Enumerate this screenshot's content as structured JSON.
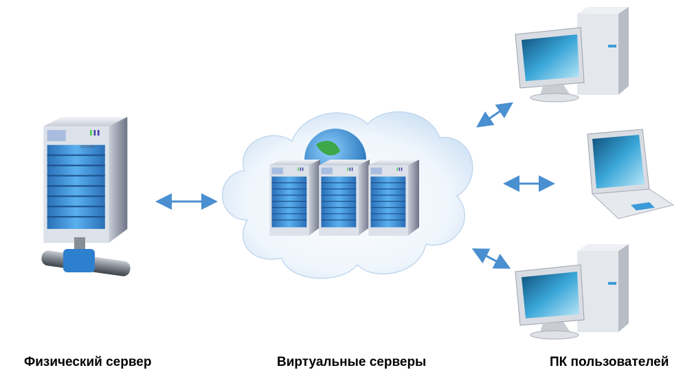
{
  "labels": {
    "physical_server": "Физический сервер",
    "virtual_servers": "Виртуальные серверы",
    "user_pcs": "ПК пользователей"
  },
  "server_logo_text": "SERVER",
  "colors": {
    "arrow": "#4a8fd0",
    "server_blue": "#3d8fd6",
    "cloud": "#dcebf8"
  }
}
